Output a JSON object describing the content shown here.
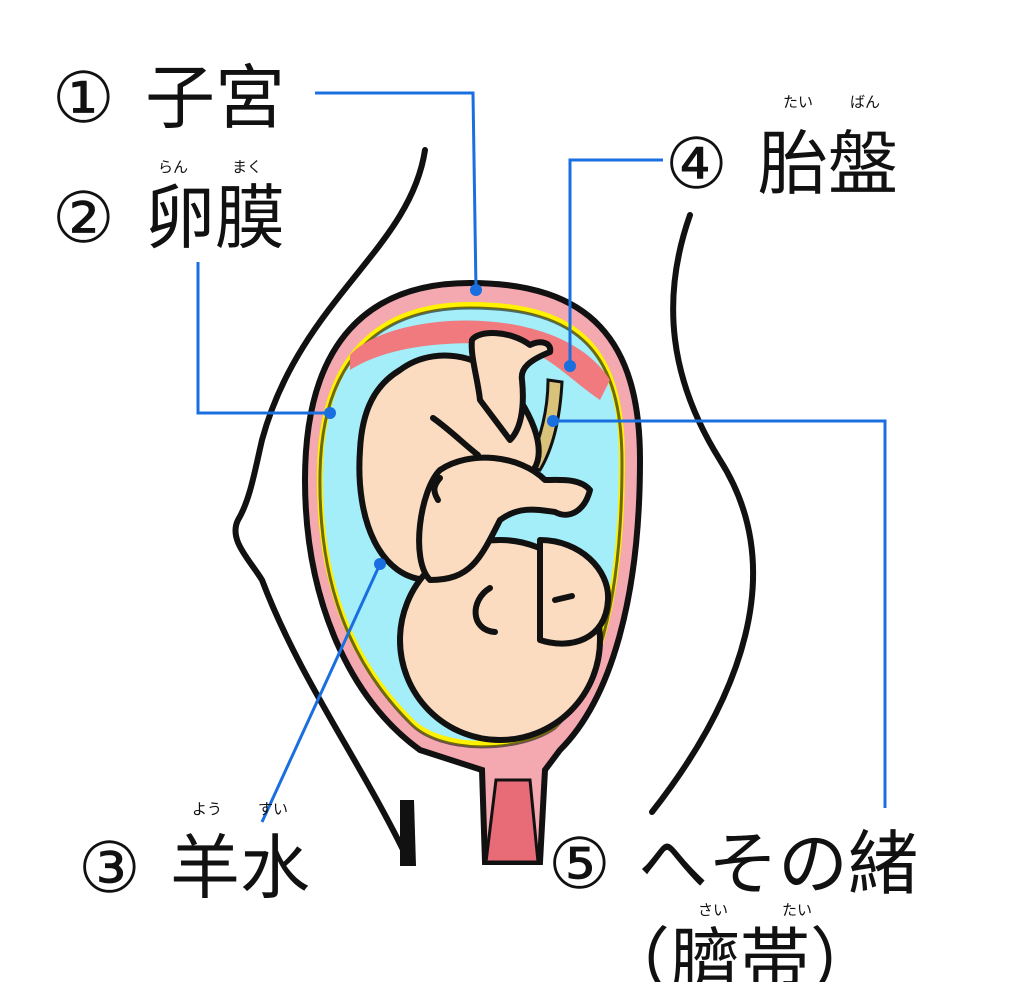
{
  "labels": {
    "uterus": {
      "number": "①",
      "text": "子宮"
    },
    "membrane": {
      "number": "②",
      "text": "卵膜",
      "furigana": [
        "らん",
        "まく"
      ]
    },
    "amniotic_fluid": {
      "number": "③",
      "text": "羊水",
      "furigana": [
        "よう",
        "すい"
      ]
    },
    "placenta": {
      "number": "④",
      "text": "胎盤",
      "furigana": [
        "たい",
        "ばん"
      ]
    },
    "umbilical_cord": {
      "number": "⑤",
      "text": "へその緒",
      "alt_text": "（臍帯）",
      "furigana": [
        "さい",
        "たい"
      ]
    }
  },
  "colors": {
    "leader": "#1a6fe0",
    "uterus_wall": "#f4a9b0",
    "placenta": "#f07a7e",
    "membrane": "#fff200",
    "amniotic_fluid": "#a3eef8",
    "skin": "#fcdcc0",
    "cord": "#d9c27a"
  }
}
